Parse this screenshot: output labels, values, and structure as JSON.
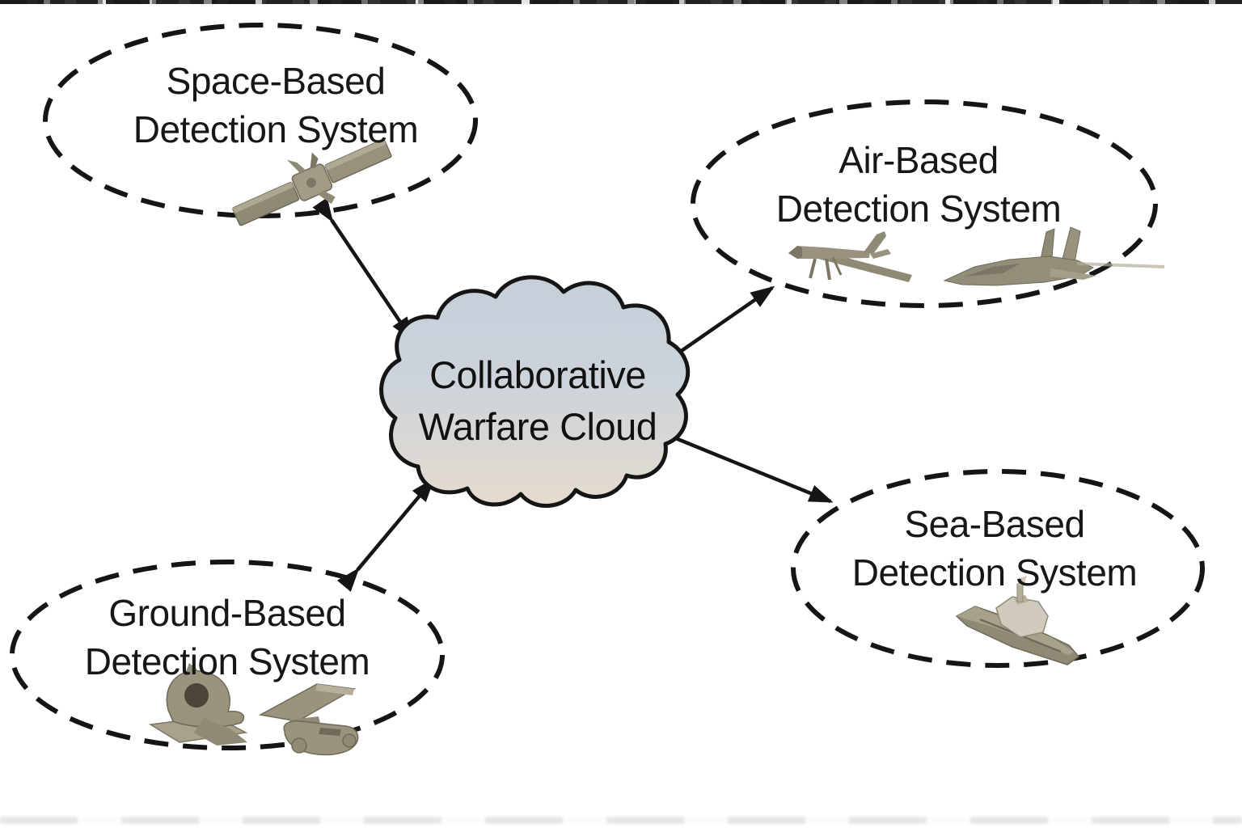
{
  "cloud": {
    "line1": "Collaborative",
    "line2": "Warfare Cloud"
  },
  "nodes": {
    "space": {
      "line1": "Space-Based",
      "line2": "Detection System"
    },
    "air": {
      "line1": "Air-Based",
      "line2": "Detection System"
    },
    "ground": {
      "line1": "Ground-Based",
      "line2": "Detection System"
    },
    "sea": {
      "line1": "Sea-Based",
      "line2": "Detection System"
    }
  },
  "icons": {
    "space": [
      "satellite-icon"
    ],
    "air": [
      "drone-icon",
      "fighter-jet-icon"
    ],
    "ground": [
      "dish-radar-icon",
      "panel-radar-icon"
    ],
    "sea": [
      "warship-icon"
    ]
  },
  "connections": [
    {
      "from": "collaborative-warfare-cloud",
      "to": "space-based-detection-system",
      "bidirectional": true
    },
    {
      "from": "collaborative-warfare-cloud",
      "to": "air-based-detection-system",
      "bidirectional": true
    },
    {
      "from": "collaborative-warfare-cloud",
      "to": "ground-based-detection-system",
      "bidirectional": true
    },
    {
      "from": "collaborative-warfare-cloud",
      "to": "sea-based-detection-system",
      "bidirectional": true
    }
  ],
  "colors": {
    "background": "#ffffff",
    "line_stroke": "#151515",
    "text": "#171717",
    "cloud_gradient_top": "#c6cfd9",
    "cloud_gradient_mid": "#ccd3db",
    "cloud_gradient_bottom": "#e5dbce",
    "icon_gray": "#938e79",
    "icon_gray_light": "#b5af9b",
    "icon_gray_dark": "#6f6a59"
  }
}
